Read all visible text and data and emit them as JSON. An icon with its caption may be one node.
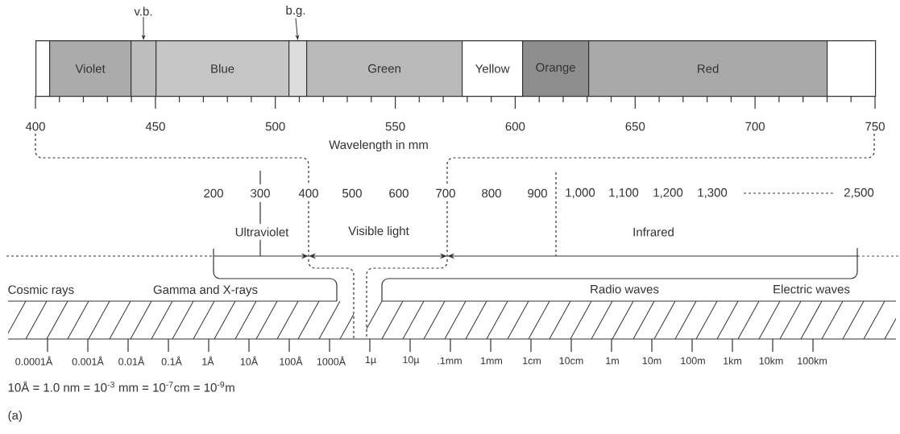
{
  "diagram": {
    "nodes": [
      {
        "text": [
          "v.b."
        ]
      },
      {
        "text": [
          "b.g."
        ]
      },
      {
        "text": [],
        "shape": "box"
      },
      {
        "text": [
          "Violet"
        ]
      },
      {
        "text": [],
        "shape": "box"
      },
      {
        "text": [
          "Blue"
        ]
      },
      {
        "text": [],
        "shape": "box"
      },
      {
        "text": [
          "Green"
        ]
      },
      {
        "text": [
          "Yellow"
        ]
      },
      {
        "text": [
          "Orange"
        ]
      },
      {
        "text": [
          "Red"
        ]
      },
      {
        "text": [],
        "shape": "box"
      }
    ],
    "edges": [
      {
        "from": 0,
        "to": 4,
        "arrow": "to"
      },
      {
        "from": 1,
        "to": 6,
        "arrow": "to"
      }
    ],
    "labels": [
      "400",
      "450",
      "500",
      "550",
      "600",
      "650",
      "700",
      "750",
      "Wavelength in mm",
      "200",
      "300",
      "400",
      "500",
      "600",
      "700",
      "800",
      "900",
      "1,000",
      "1,100",
      "1,200",
      "1,300",
      "2,500",
      "Ultraviolet",
      "Visible light",
      "Infrared",
      "Cosmic rays",
      "Gamma and X-rays",
      "Radio waves",
      "Electric waves",
      "0.0001Å",
      "0.001Å",
      "0.01Å",
      "0.1Å",
      "1Å",
      "10Å",
      "100Å",
      "1000Å",
      "1µ",
      "10µ",
      ".1mm",
      "1mm",
      "1cm",
      "10cm",
      "1m",
      "10m",
      "100m",
      "1km",
      "10km",
      "100km",
      "10Å = 1.0 nm = 10$^{-3}$ mm = 10$^{-7}$cm = 10$^{-9}$m",
      "(a)"
    ]
  }
}
